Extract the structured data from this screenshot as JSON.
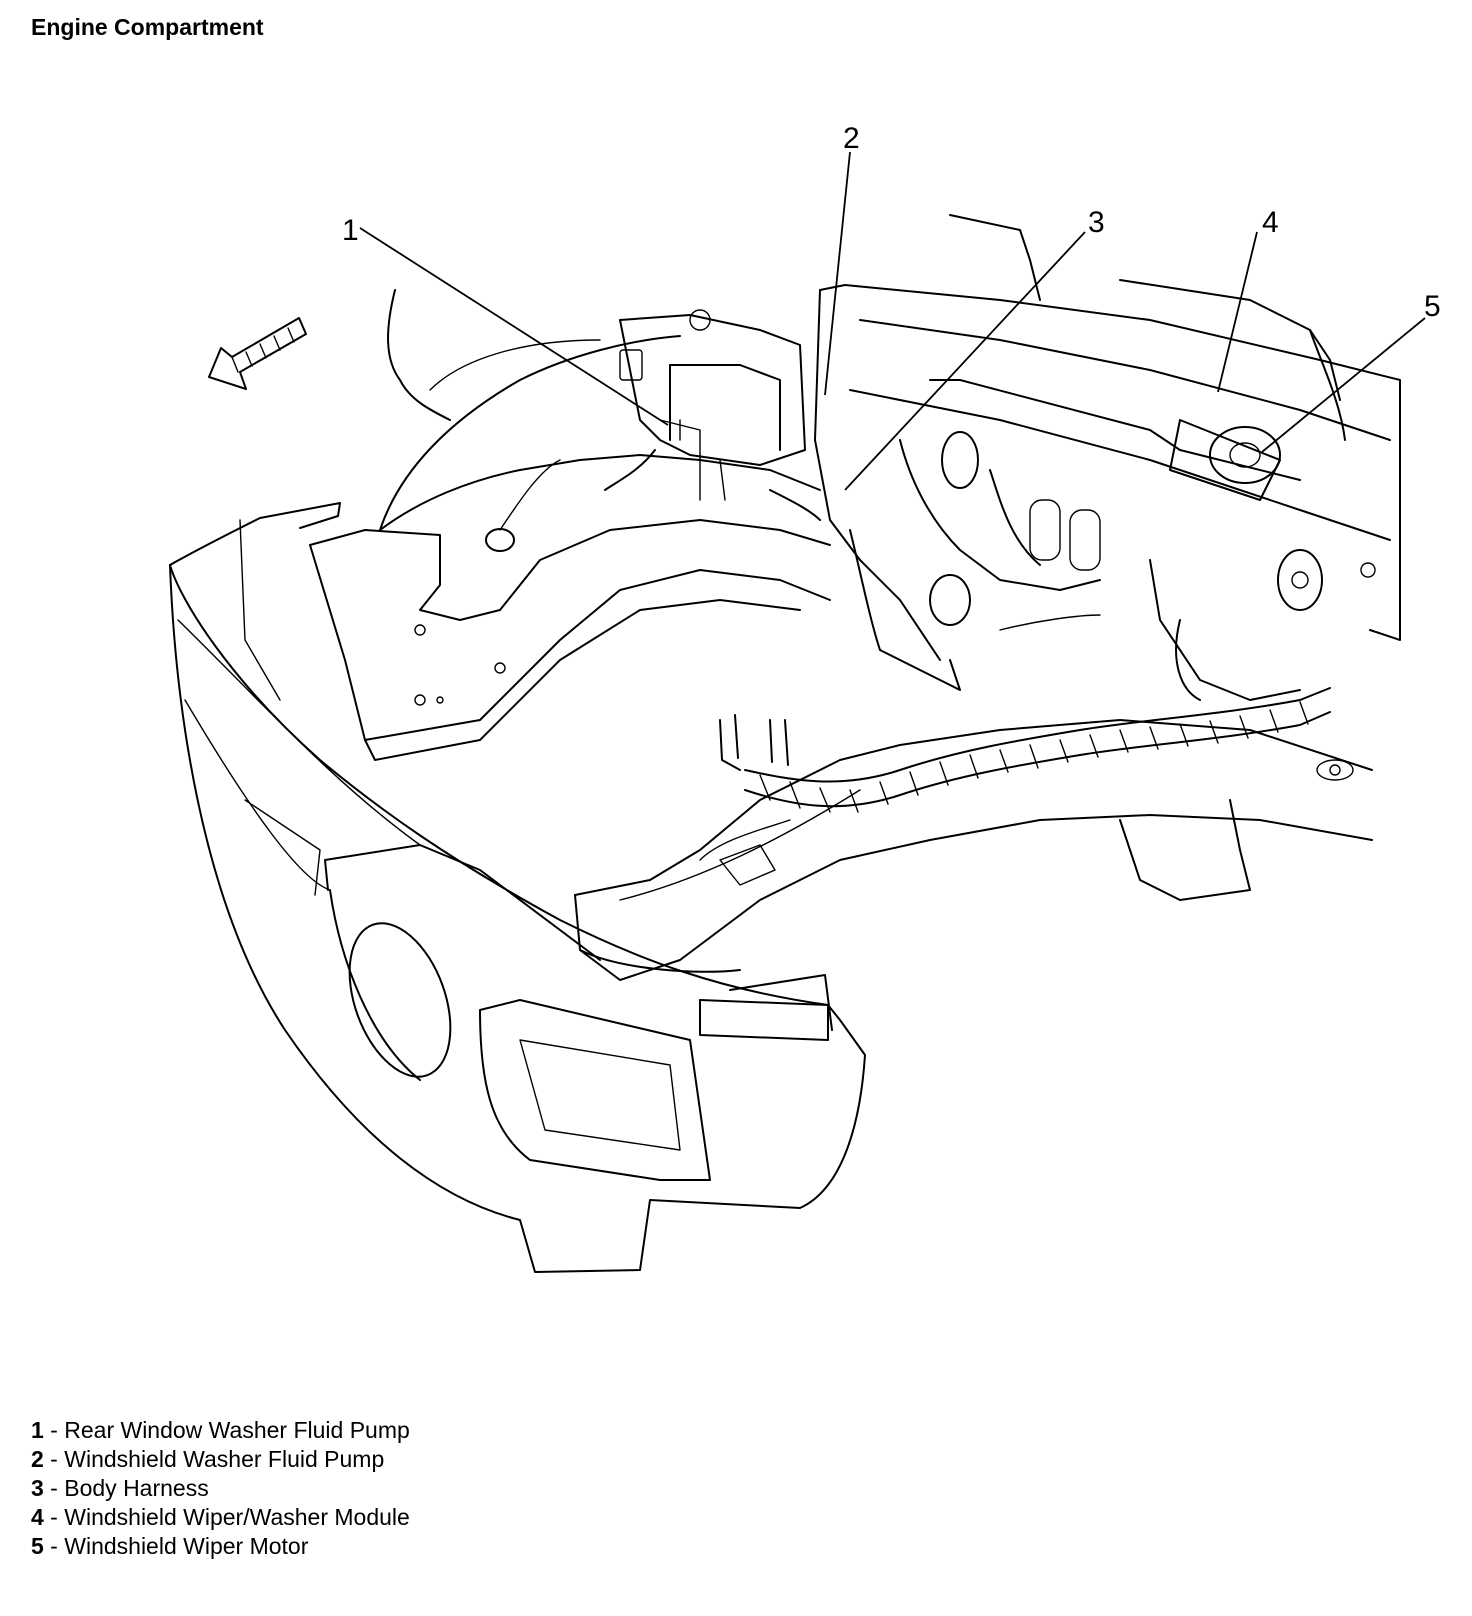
{
  "title": "Engine Compartment",
  "callouts": [
    {
      "number": "1",
      "label": "Rear Window Washer Fluid Pump"
    },
    {
      "number": "2",
      "label": "Windshield Washer Fluid Pump"
    },
    {
      "number": "3",
      "label": "Body Harness"
    },
    {
      "number": "4",
      "label": "Windshield Wiper/Washer Module"
    },
    {
      "number": "5",
      "label": "Windshield Wiper Motor"
    }
  ],
  "legend_separator": " - "
}
